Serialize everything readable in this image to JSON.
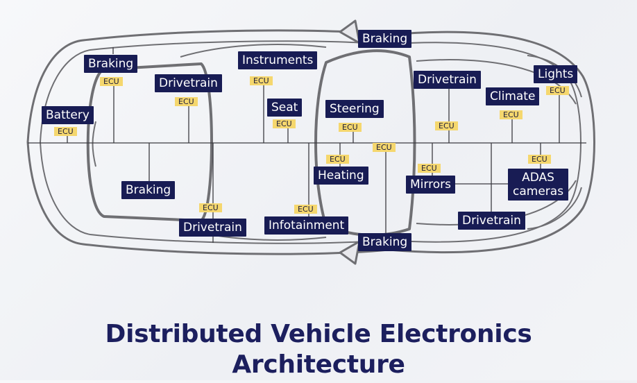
{
  "title": {
    "line1": "Distributed Vehicle Electronics",
    "line2": "Architecture"
  },
  "ecu_label": "ECU",
  "components": {
    "battery": "Battery",
    "braking_rear_top": "Braking",
    "drivetrain_rear_top": "Drivetrain",
    "instruments": "Instruments",
    "seat": "Seat",
    "steering": "Steering",
    "braking_mirror_top": "Braking",
    "drivetrain_front_top": "Drivetrain",
    "climate": "Climate",
    "lights": "Lights",
    "braking_rear_bottom": "Braking",
    "drivetrain_rear_bottom": "Drivetrain",
    "infotainment": "Infotainment",
    "heating": "Heating",
    "braking_mirror_bottom": "Braking",
    "mirrors": "Mirrors",
    "drivetrain_front_bottom": "Drivetrain",
    "adas_line1": "ADAS",
    "adas_line2": "cameras"
  }
}
